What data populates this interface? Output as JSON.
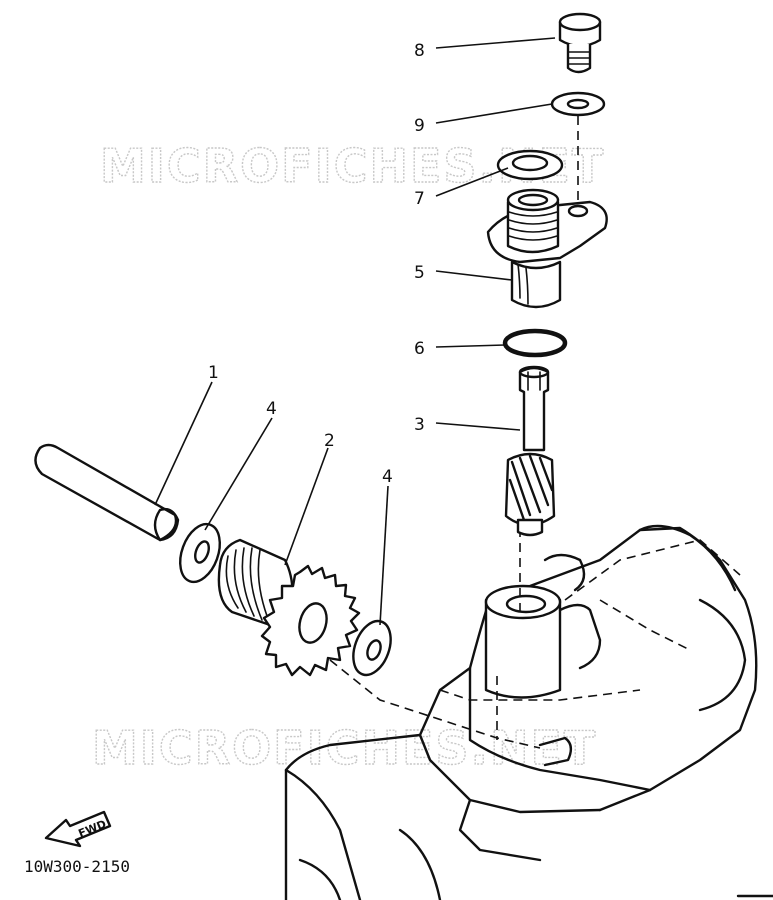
{
  "watermark": {
    "top_text": "MICROFICHES.NET",
    "bottom_text": "MICROFICHES.NET"
  },
  "callouts": {
    "c8": "8",
    "c9": "9",
    "c7": "7",
    "c5": "5",
    "c6": "6",
    "c3": "3",
    "c1": "1",
    "c4_left": "4",
    "c2": "2",
    "c4_right": "4"
  },
  "fwd_label": "FWD",
  "part_code": "10W300-2150"
}
